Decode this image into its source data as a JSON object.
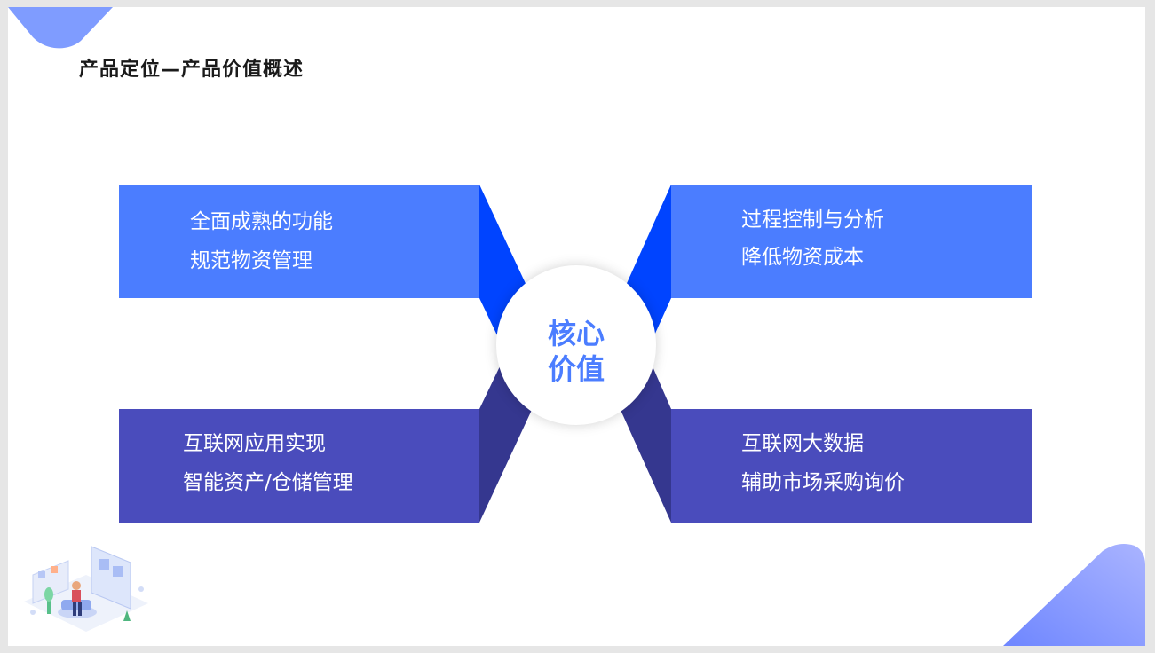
{
  "title": "产品定位—产品价值概述",
  "center": {
    "line1": "核心",
    "line2": "价值"
  },
  "blocks": {
    "top_left": {
      "line1": "全面成熟的功能",
      "line2": "规范物资管理"
    },
    "top_right": {
      "line1": "过程控制与分析",
      "line2": "降低物资成本"
    },
    "bottom_left": {
      "line1": "互联网应用实现",
      "line2": "智能资产/仓储管理"
    },
    "bottom_right": {
      "line1": "互联网大数据",
      "line2": "辅助市场采购询价"
    }
  },
  "colors": {
    "top_block": "#4b7dff",
    "top_wing": "#0044ff",
    "bottom_block": "#4a4cbc",
    "bottom_wing": "#35378f",
    "center_text": "#4b7dff"
  }
}
